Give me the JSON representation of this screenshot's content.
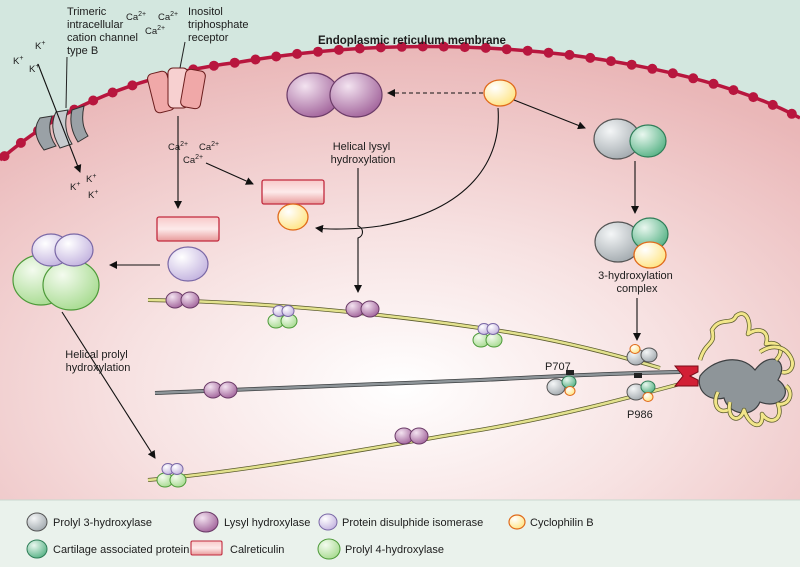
{
  "labels": {
    "er_membrane": "Endoplasmic reticulum membrane",
    "trimeric_1": "Trimeric",
    "trimeric_2": "intracellular",
    "trimeric_3": "cation channel",
    "trimeric_4": "type B",
    "inositol_1": "Inositol",
    "inositol_2": "triphosphate",
    "inositol_3": "receptor",
    "lysyl_hydrox_1": "Helical lysyl",
    "lysyl_hydrox_2": "hydroxylation",
    "prolyl_hydrox_1": "Helical prolyl",
    "prolyl_hydrox_2": "hydroxylation",
    "three_hydrox_1": "3-hydroxylation",
    "three_hydrox_2": "complex",
    "p707": "P707",
    "p986": "P986",
    "k_ion": "K",
    "ca_ion": "Ca",
    "plus": "+",
    "two_plus": "2+"
  },
  "legend": [
    {
      "label": "Prolyl 3-hydroxylase",
      "icon": "prolyl-3-hydroxylase-icon"
    },
    {
      "label": "Lysyl hydroxylase",
      "icon": "lysyl-hydroxylase-icon"
    },
    {
      "label": "Protein disulphide isomerase",
      "icon": "pdi-icon"
    },
    {
      "label": "Cyclophilin B",
      "icon": "cyclophilin-b-icon"
    },
    {
      "label": "Cartilage associated protein",
      "icon": "crtap-icon"
    },
    {
      "label": "Calreticulin",
      "icon": "calreticulin-icon"
    },
    {
      "label": "Prolyl 4-hydroxylase",
      "icon": "prolyl-4-hydroxylase-icon"
    }
  ],
  "colors": {
    "cytosol": "#d3e7df",
    "er_lumen": "#f0c4c4",
    "membrane": "#b8163e",
    "prolyl3": "#b8bfc3",
    "crtap": "#6fc59b",
    "lysyl": "#b778b0",
    "pdi": "#d5c8ea",
    "cyclophilin": "#ffe9a0",
    "calreticulin": "#e88b8b",
    "prolyl4": "#b9e3a3",
    "collagen_yellow": "#e3e28e",
    "collagen_grey": "#8e9599",
    "legend_bg": "#eaf2ec"
  }
}
